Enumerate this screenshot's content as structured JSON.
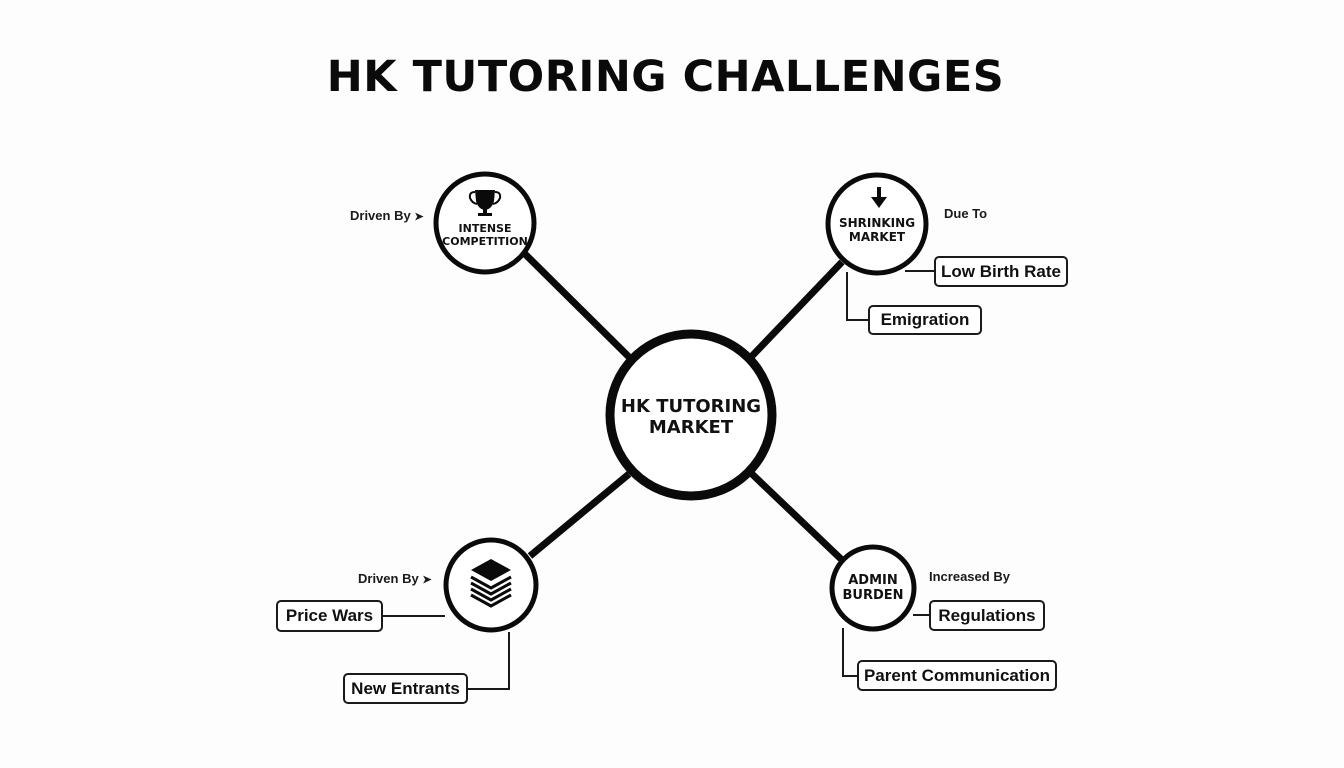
{
  "title": "HK TUTORING CHALLENGES",
  "center": {
    "label_line1": "HK TUTORING",
    "label_line2": "MARKET"
  },
  "nodes": [
    {
      "id": "intense-competition",
      "icon": "trophy-icon",
      "label_line1": "INTENSE",
      "label_line2": "COMPETITION",
      "relation": "Driven By",
      "children": []
    },
    {
      "id": "shrinking-market",
      "icon": "arrow-down-icon",
      "label_line1": "SHRINKING",
      "label_line2": "MARKET",
      "relation": "Due To",
      "children": [
        "Low Birth Rate",
        "Emigration"
      ]
    },
    {
      "id": "price-pressure",
      "icon": "layers-icon",
      "label_line1": "",
      "label_line2": "",
      "relation": "Driven By",
      "children": [
        "Price Wars",
        "New Entrants"
      ]
    },
    {
      "id": "admin-burden",
      "icon": "",
      "label_line1": "ADMIN",
      "label_line2": "BURDEN",
      "relation": "Increased By",
      "children": [
        "Regulations",
        "Parent Communication"
      ]
    }
  ],
  "colors": {
    "stroke": "#0a0a0a",
    "background": "#fdfdfd",
    "box_fill": "#ffffff"
  }
}
